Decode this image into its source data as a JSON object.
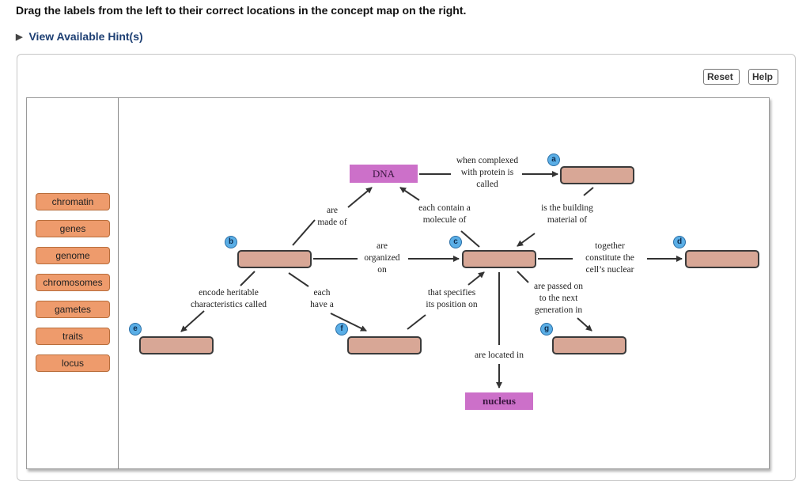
{
  "instruction": "Drag the labels from the left to their correct locations in the concept map on the right.",
  "hint_link": "View Available Hint(s)",
  "buttons": {
    "reset": "Reset",
    "help": "Help"
  },
  "labels": [
    "chromatin",
    "genes",
    "genome",
    "chromosomes",
    "gametes",
    "traits",
    "locus"
  ],
  "concepts": {
    "dna": "DNA",
    "nucleus": "nucleus"
  },
  "phrases": {
    "when_complexed": "when complexed\nwith protein is\ncalled",
    "are_made_of": "are\nmade of",
    "each_contain": "each contain a\nmolecule of",
    "building_material": "is the building\nmaterial of",
    "are_organized": "are\norganized\non",
    "together_constitute": "together\nconstitute the\ncell’s nuclear",
    "encode_heritable": "encode heritable\ncharacteristics called",
    "each_have": "each\nhave a",
    "that_specifies": "that specifies\nits position on",
    "are_passed": "are passed on\nto the next\ngeneration in",
    "are_located": "are located in"
  },
  "badges": {
    "a": "a",
    "b": "b",
    "c": "c",
    "d": "d",
    "e": "e",
    "f": "f",
    "g": "g"
  },
  "colors": {
    "label_fill": "#ee9b6c",
    "drop_fill": "#d8a796",
    "term_fill": "#cc70c9",
    "badge_fill": "#5aaee6",
    "hint_text": "#1d3f73"
  }
}
